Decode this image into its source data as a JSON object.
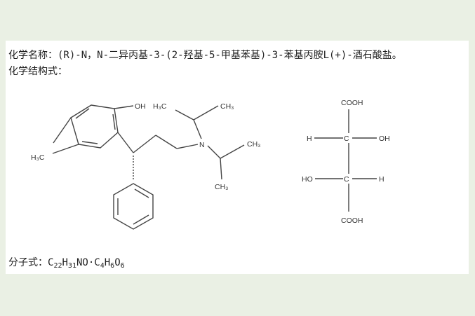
{
  "doc": {
    "chemical_name_label": "化学名称：",
    "chemical_name_value": "(R)-N，N-二异丙基-3-(2-羟基-5-甲基苯基)-3-苯基丙胺L(+)-酒石酸盐。",
    "structure_label": "化学结构式：",
    "formula_label": "分子式：",
    "formula": {
      "c1": "C",
      "c1n": "22",
      "h1": "H",
      "h1n": "31",
      "no": "NO",
      "dot": "·",
      "c2": "C",
      "c2n": "4",
      "h2": "H",
      "h2n": "6",
      "o2": "O",
      "o2n": "6"
    }
  },
  "structure_left": {
    "oh": "OH",
    "h3c_top": "H₃C",
    "ch3_top": "CH₃",
    "h3c_left": "H₃C",
    "n": "N",
    "ch3_right": "CH₃",
    "ch3_bottom": "CH₃"
  },
  "structure_right": {
    "cooh_top": "COOH",
    "h1": "H",
    "c1": "C",
    "oh1": "OH",
    "ho2": "HO",
    "c2": "C",
    "h2": "H",
    "cooh_bottom": "COOH"
  }
}
